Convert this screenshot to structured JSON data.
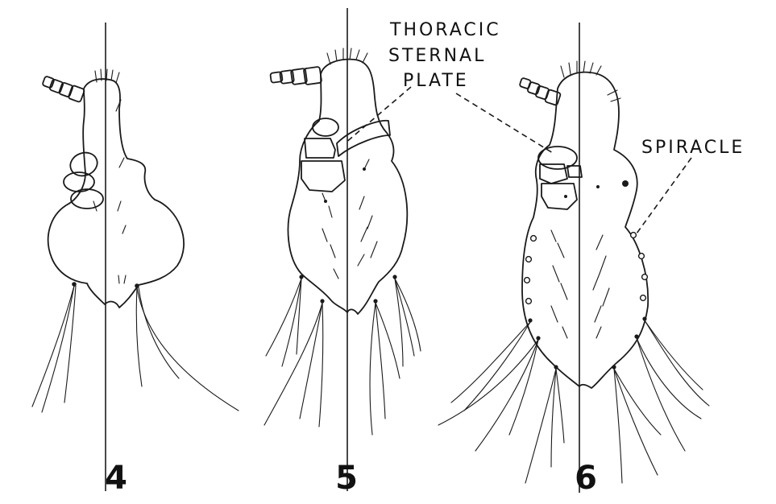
{
  "labels": {
    "thoracic_line1": "THORACIC",
    "thoracic_line2": "STERNAL",
    "thoracic_line3": "PLATE",
    "spiracle": "SPIRACLE"
  },
  "figures": [
    {
      "number": "4"
    },
    {
      "number": "5"
    },
    {
      "number": "6"
    }
  ]
}
